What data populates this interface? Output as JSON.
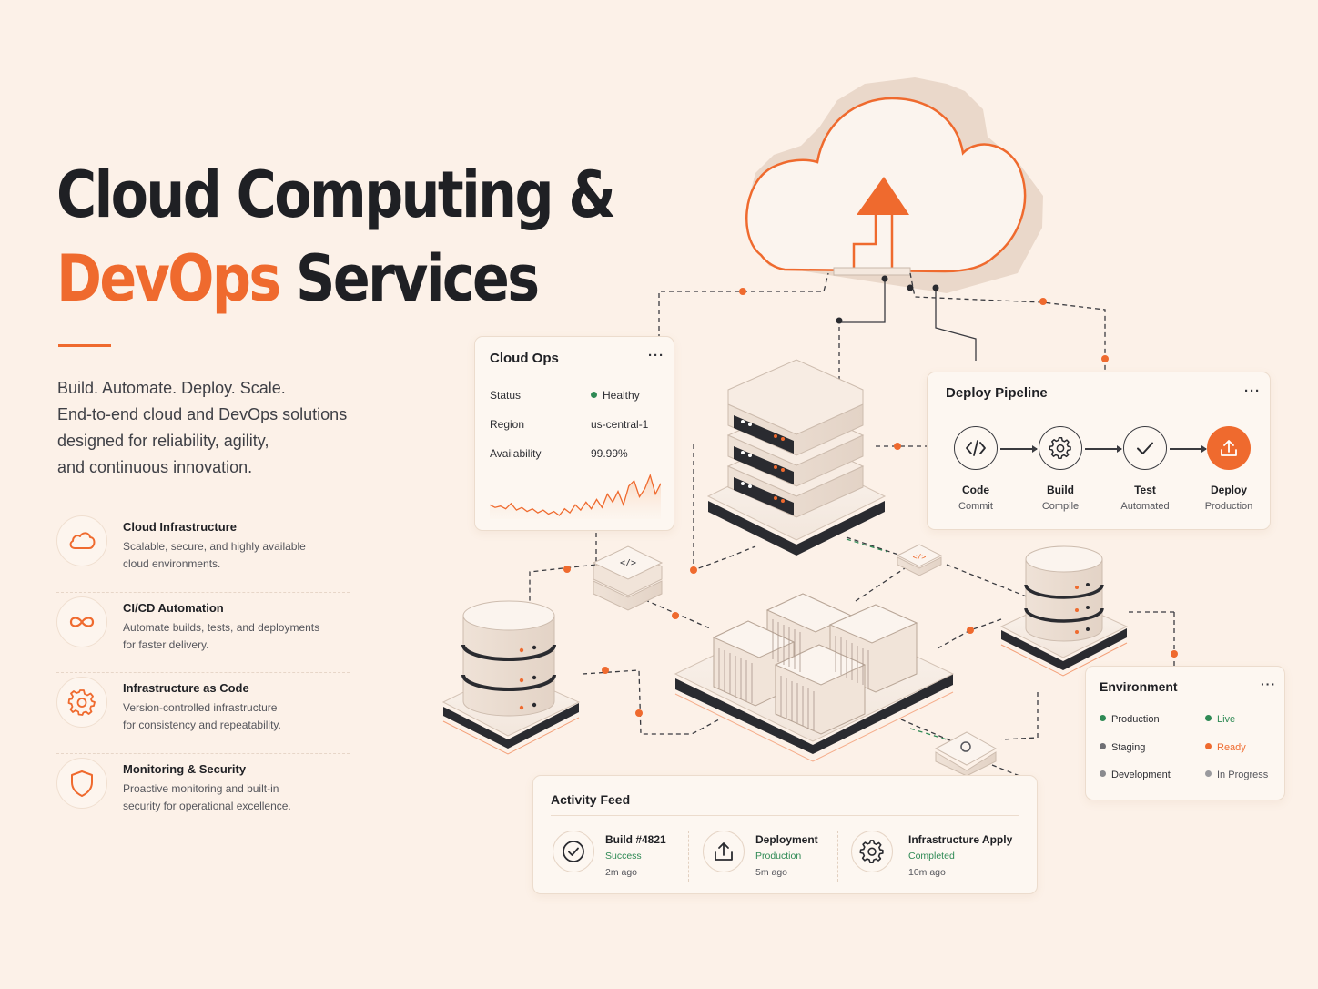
{
  "hero": {
    "title_line1": "Cloud Computing &",
    "title_accent": "DevOps",
    "title_rest": "Services",
    "intro_lines": [
      "Build. Automate. Deploy. Scale.",
      "End-to-end cloud and DevOps solutions",
      "designed for reliability, agility,",
      "and continuous innovation."
    ]
  },
  "features": [
    {
      "icon": "cloud-icon",
      "name": "Cloud Infrastructure",
      "desc_lines": [
        "Scalable, secure, and highly available",
        "cloud environments."
      ]
    },
    {
      "icon": "infinity-icon",
      "name": "CI/CD Automation",
      "desc_lines": [
        "Automate builds, tests, and deployments",
        "for faster delivery."
      ]
    },
    {
      "icon": "gear-icon",
      "name": "Infrastructure as Code",
      "desc_lines": [
        "Version-controlled infrastructure",
        "for consistency and repeatability."
      ]
    },
    {
      "icon": "shield-icon",
      "name": "Monitoring & Security",
      "desc_lines": [
        "Proactive monitoring and built-in",
        "security for operational excellence."
      ]
    }
  ],
  "cloud_ops": {
    "title": "Cloud Ops",
    "more": "···",
    "rows": [
      {
        "label": "Status",
        "value": "Healthy"
      },
      {
        "label": "Region",
        "value": "us-central-1"
      },
      {
        "label": "Availability",
        "value": "99.99%"
      }
    ],
    "sparkline": [
      12,
      10,
      11,
      9,
      13,
      8,
      10,
      7,
      9,
      6,
      8,
      5,
      7,
      4,
      9,
      6,
      12,
      8,
      14,
      9,
      16,
      10,
      20,
      14,
      22,
      12,
      26,
      30,
      18,
      24,
      34,
      20,
      28
    ]
  },
  "deploy_pipeline": {
    "title": "Deploy Pipeline",
    "more": "···",
    "stages": [
      {
        "icon": "code-icon",
        "name": "Code",
        "sub": "Commit",
        "active": false
      },
      {
        "icon": "gear-icon",
        "name": "Build",
        "sub": "Compile",
        "active": false
      },
      {
        "icon": "check-icon",
        "name": "Test",
        "sub": "Automated",
        "active": false
      },
      {
        "icon": "upload-icon",
        "name": "Deploy",
        "sub": "Production",
        "active": true
      }
    ]
  },
  "environment": {
    "title": "Environment",
    "more": "···",
    "rows": [
      {
        "name": "Production",
        "status": "Live"
      },
      {
        "name": "Staging",
        "status": "Ready"
      },
      {
        "name": "Development",
        "status": "In Progress"
      }
    ]
  },
  "activity": {
    "title": "Activity Feed",
    "items": [
      {
        "icon": "check-circle-icon",
        "title": "Build #4821",
        "status": "Success",
        "time": "2m ago"
      },
      {
        "icon": "upload-icon",
        "title": "Deployment",
        "status": "Production",
        "time": "5m ago"
      },
      {
        "icon": "gear-icon",
        "title": "Infrastructure Apply",
        "status": "Completed",
        "time": "10m ago"
      }
    ]
  },
  "colors": {
    "accent": "#ef6a2e",
    "background": "#fcf1e8",
    "text": "#1f2024",
    "success": "#2f8a55",
    "neutral": "#8a8a8e"
  }
}
